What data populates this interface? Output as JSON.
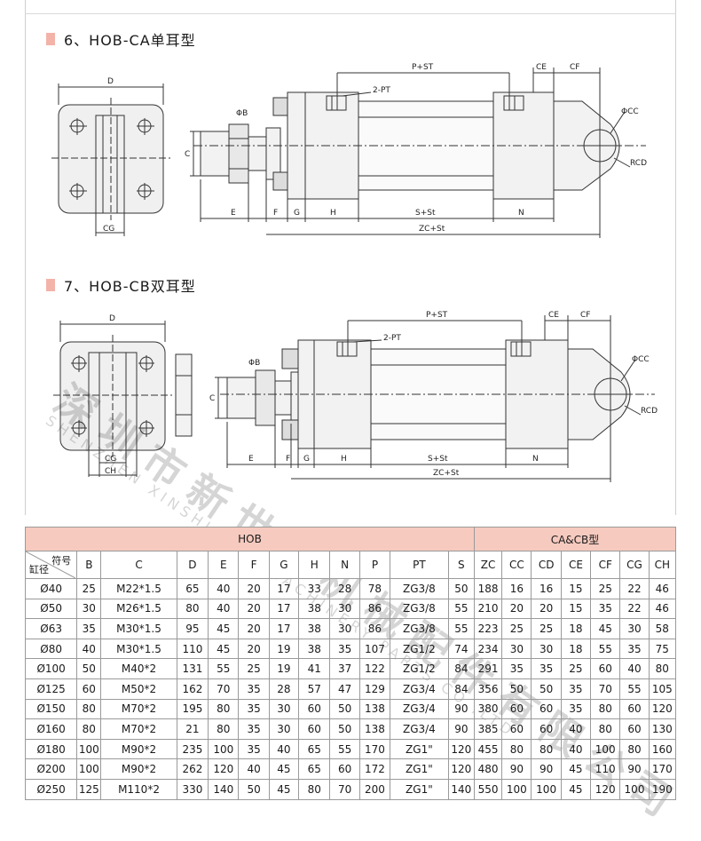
{
  "sections": [
    {
      "title": "6、HOB-CA单耳型"
    },
    {
      "title": "7、HOB-CB双耳型"
    }
  ],
  "drawing_labels": {
    "D": "D",
    "C": "C",
    "CG": "CG",
    "CH": "CH",
    "PhiB": "ΦB",
    "two_pt": "2-PT",
    "P_ST": "P+ST",
    "CE": "CE",
    "CF": "CF",
    "PhiCC": "ΦCC",
    "RCD": "RCD",
    "E": "E",
    "F": "F",
    "G": "G",
    "H": "H",
    "S_St": "S+St",
    "N": "N",
    "ZC_St": "ZC+St"
  },
  "watermark": {
    "cn": "深圳市新世宏机械配件有限公司",
    "en": "SHENZHEN XINSHIHONG MACHINERY PARTS CO.,LTD"
  },
  "table": {
    "group_hob": "HOB",
    "group_ca_cb": "CA&CB型",
    "corner_top": "符号",
    "corner_bottom": "缸径",
    "columns": [
      "B",
      "C",
      "D",
      "E",
      "F",
      "G",
      "H",
      "N",
      "P",
      "PT",
      "S",
      "ZC",
      "CC",
      "CD",
      "CE",
      "CF",
      "CG",
      "CH"
    ],
    "rows": [
      [
        "Ø40",
        "25",
        "M22*1.5",
        "65",
        "40",
        "20",
        "17",
        "33",
        "28",
        "78",
        "ZG3/8",
        "50",
        "188",
        "16",
        "16",
        "15",
        "25",
        "22",
        "46"
      ],
      [
        "Ø50",
        "30",
        "M26*1.5",
        "80",
        "40",
        "20",
        "17",
        "38",
        "30",
        "86",
        "ZG3/8",
        "55",
        "210",
        "20",
        "20",
        "15",
        "35",
        "22",
        "46"
      ],
      [
        "Ø63",
        "35",
        "M30*1.5",
        "95",
        "45",
        "20",
        "17",
        "38",
        "30",
        "86",
        "ZG3/8",
        "55",
        "223",
        "25",
        "25",
        "18",
        "45",
        "30",
        "58"
      ],
      [
        "Ø80",
        "40",
        "M30*1.5",
        "110",
        "45",
        "20",
        "19",
        "38",
        "35",
        "107",
        "ZG1/2",
        "74",
        "234",
        "30",
        "30",
        "18",
        "55",
        "35",
        "75"
      ],
      [
        "Ø100",
        "50",
        "M40*2",
        "131",
        "55",
        "25",
        "19",
        "41",
        "37",
        "122",
        "ZG1/2",
        "84",
        "291",
        "35",
        "35",
        "25",
        "60",
        "40",
        "80"
      ],
      [
        "Ø125",
        "60",
        "M50*2",
        "162",
        "70",
        "35",
        "28",
        "57",
        "47",
        "129",
        "ZG3/4",
        "84",
        "356",
        "50",
        "50",
        "35",
        "70",
        "55",
        "105"
      ],
      [
        "Ø150",
        "80",
        "M70*2",
        "195",
        "80",
        "35",
        "30",
        "60",
        "50",
        "138",
        "ZG3/4",
        "90",
        "380",
        "60",
        "60",
        "35",
        "80",
        "60",
        "120"
      ],
      [
        "Ø160",
        "80",
        "M70*2",
        "21",
        "80",
        "35",
        "30",
        "60",
        "50",
        "138",
        "ZG3/4",
        "90",
        "385",
        "60",
        "60",
        "40",
        "80",
        "60",
        "130"
      ],
      [
        "Ø180",
        "100",
        "M90*2",
        "235",
        "100",
        "35",
        "40",
        "65",
        "55",
        "170",
        "ZG1\"",
        "120",
        "455",
        "80",
        "80",
        "40",
        "100",
        "80",
        "160"
      ],
      [
        "Ø200",
        "100",
        "M90*2",
        "262",
        "120",
        "40",
        "45",
        "65",
        "60",
        "172",
        "ZG1\"",
        "120",
        "480",
        "90",
        "90",
        "45",
        "110",
        "90",
        "170"
      ],
      [
        "Ø250",
        "125",
        "M110*2",
        "330",
        "140",
        "50",
        "45",
        "80",
        "70",
        "200",
        "ZG1\"",
        "140",
        "550",
        "100",
        "100",
        "45",
        "120",
        "100",
        "190"
      ]
    ]
  }
}
